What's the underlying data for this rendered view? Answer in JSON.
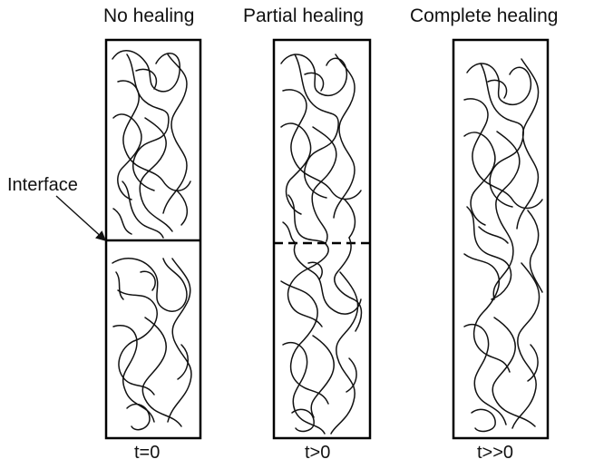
{
  "panels": [
    {
      "title": "No healing",
      "time": "t=0",
      "interface": "solid"
    },
    {
      "title": "Partial healing",
      "time": "t>0",
      "interface": "dashed"
    },
    {
      "title": "Complete healing",
      "time": "t>>0",
      "interface": "none"
    }
  ],
  "interface_label": "Interface"
}
